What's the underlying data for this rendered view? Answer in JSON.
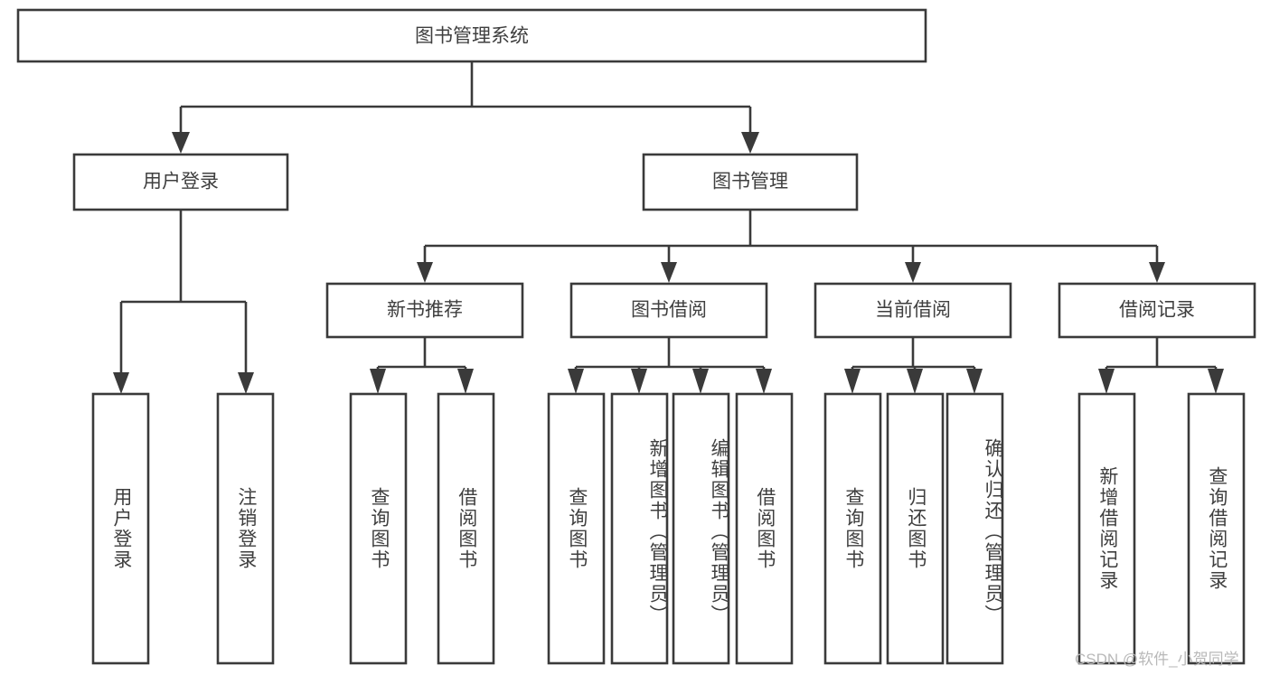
{
  "diagram": {
    "title": "图书管理系统",
    "type": "tree-hierarchy",
    "root": {
      "label": "图书管理系统"
    },
    "level1": [
      {
        "label": "用户登录"
      },
      {
        "label": "图书管理"
      }
    ],
    "level2": [
      {
        "label": "新书推荐",
        "parent": "图书管理"
      },
      {
        "label": "图书借阅",
        "parent": "图书管理"
      },
      {
        "label": "当前借阅",
        "parent": "图书管理"
      },
      {
        "label": "借阅记录",
        "parent": "图书管理"
      }
    ],
    "leaves": {
      "user_login": [
        {
          "label": "用户登录"
        },
        {
          "label": "注销登录"
        }
      ],
      "new_book_recommend": [
        {
          "label": "查询图书"
        },
        {
          "label": "借阅图书"
        }
      ],
      "book_borrow": [
        {
          "label": "查询图书"
        },
        {
          "label": "新增图书（管理员）"
        },
        {
          "label": "编辑图书（管理员）"
        },
        {
          "label": "借阅图书"
        }
      ],
      "current_borrow": [
        {
          "label": "查询图书"
        },
        {
          "label": "归还图书"
        },
        {
          "label": "确认归还（管理员）"
        }
      ],
      "borrow_record": [
        {
          "label": "新增借阅记录"
        },
        {
          "label": "查询借阅记录"
        }
      ]
    }
  },
  "watermark": {
    "text": "CSDN @软件_小贺同学"
  },
  "colors": {
    "stroke": "#3a3a3a",
    "text": "#3f3f3f",
    "background": "#ffffff",
    "watermark": "#b9b9b9"
  }
}
